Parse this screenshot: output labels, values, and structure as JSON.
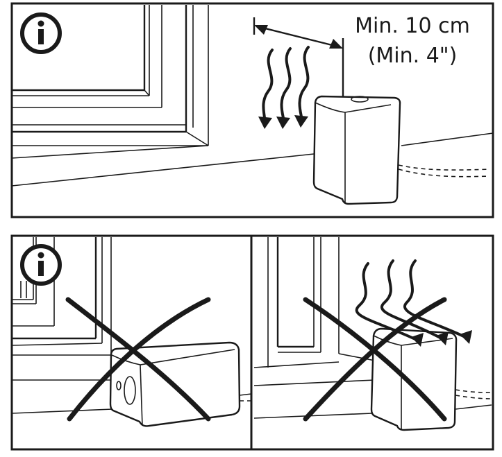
{
  "top_panel": {
    "clearance_label_line1": "Min. 10 cm",
    "clearance_label_line2": "(Min. 4\")",
    "info_icon": "info-icon"
  },
  "bottom_left_panel": {
    "info_icon": "info-icon",
    "status": "incorrect-placement"
  },
  "bottom_right_panel": {
    "status": "incorrect-placement"
  },
  "icon_glyph": "i"
}
